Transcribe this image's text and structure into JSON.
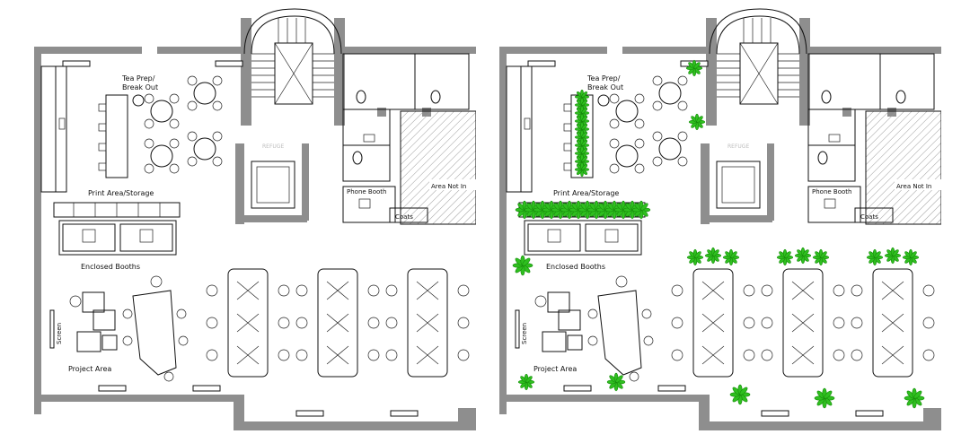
{
  "labels": {
    "tea_prep_line1": "Tea Prep/",
    "tea_prep_line2": "Break Out",
    "print_area": "Print Area/Storage",
    "enclosed_booths": "Enclosed Booths",
    "project_area": "Project Area",
    "screen": "Screen",
    "phone_booth": "Phone Booth",
    "coats": "Coats",
    "area_not_in": "Area Not In",
    "refuge": "REFUGE"
  },
  "colors": {
    "wall": "#8e8e8e",
    "line": "#111111",
    "plant": "#2fbf1f",
    "hatch": "#9a9a9a"
  },
  "panels": [
    {
      "id": "without-plants",
      "plants": false
    },
    {
      "id": "with-plants",
      "plants": true
    }
  ]
}
